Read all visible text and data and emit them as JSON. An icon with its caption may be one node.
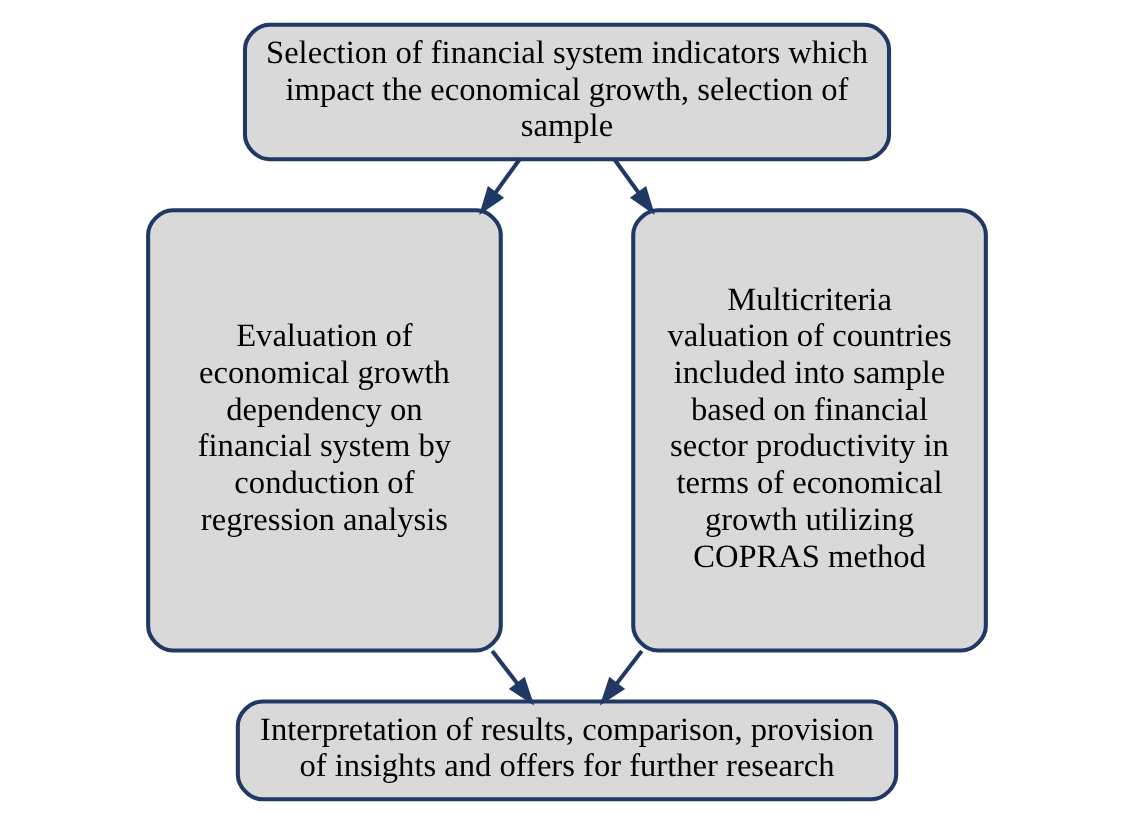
{
  "diagram": {
    "nodes": [
      {
        "text": [
          "Selection of financial system indicators which impact the economical growth, selection of sample"
        ]
      },
      {
        "text": [
          "Evaluation of economical growth dependency on financial system by conduction of regression analysis"
        ]
      },
      {
        "text": [
          "Multicriteria valuation of countries included into sample based on financial sector productivity in terms of economical growth utilizing COPRAS method"
        ]
      },
      {
        "text": [
          "Interpretation of results, comparison, provision of insights and offers for further research"
        ]
      }
    ],
    "edges": [
      {
        "from": 0,
        "to": 1,
        "arrow": "to"
      },
      {
        "from": 0,
        "to": 2,
        "arrow": "to"
      },
      {
        "from": 1,
        "to": 3,
        "arrow": "to"
      },
      {
        "from": 2,
        "to": 3,
        "arrow": "to"
      }
    ]
  }
}
